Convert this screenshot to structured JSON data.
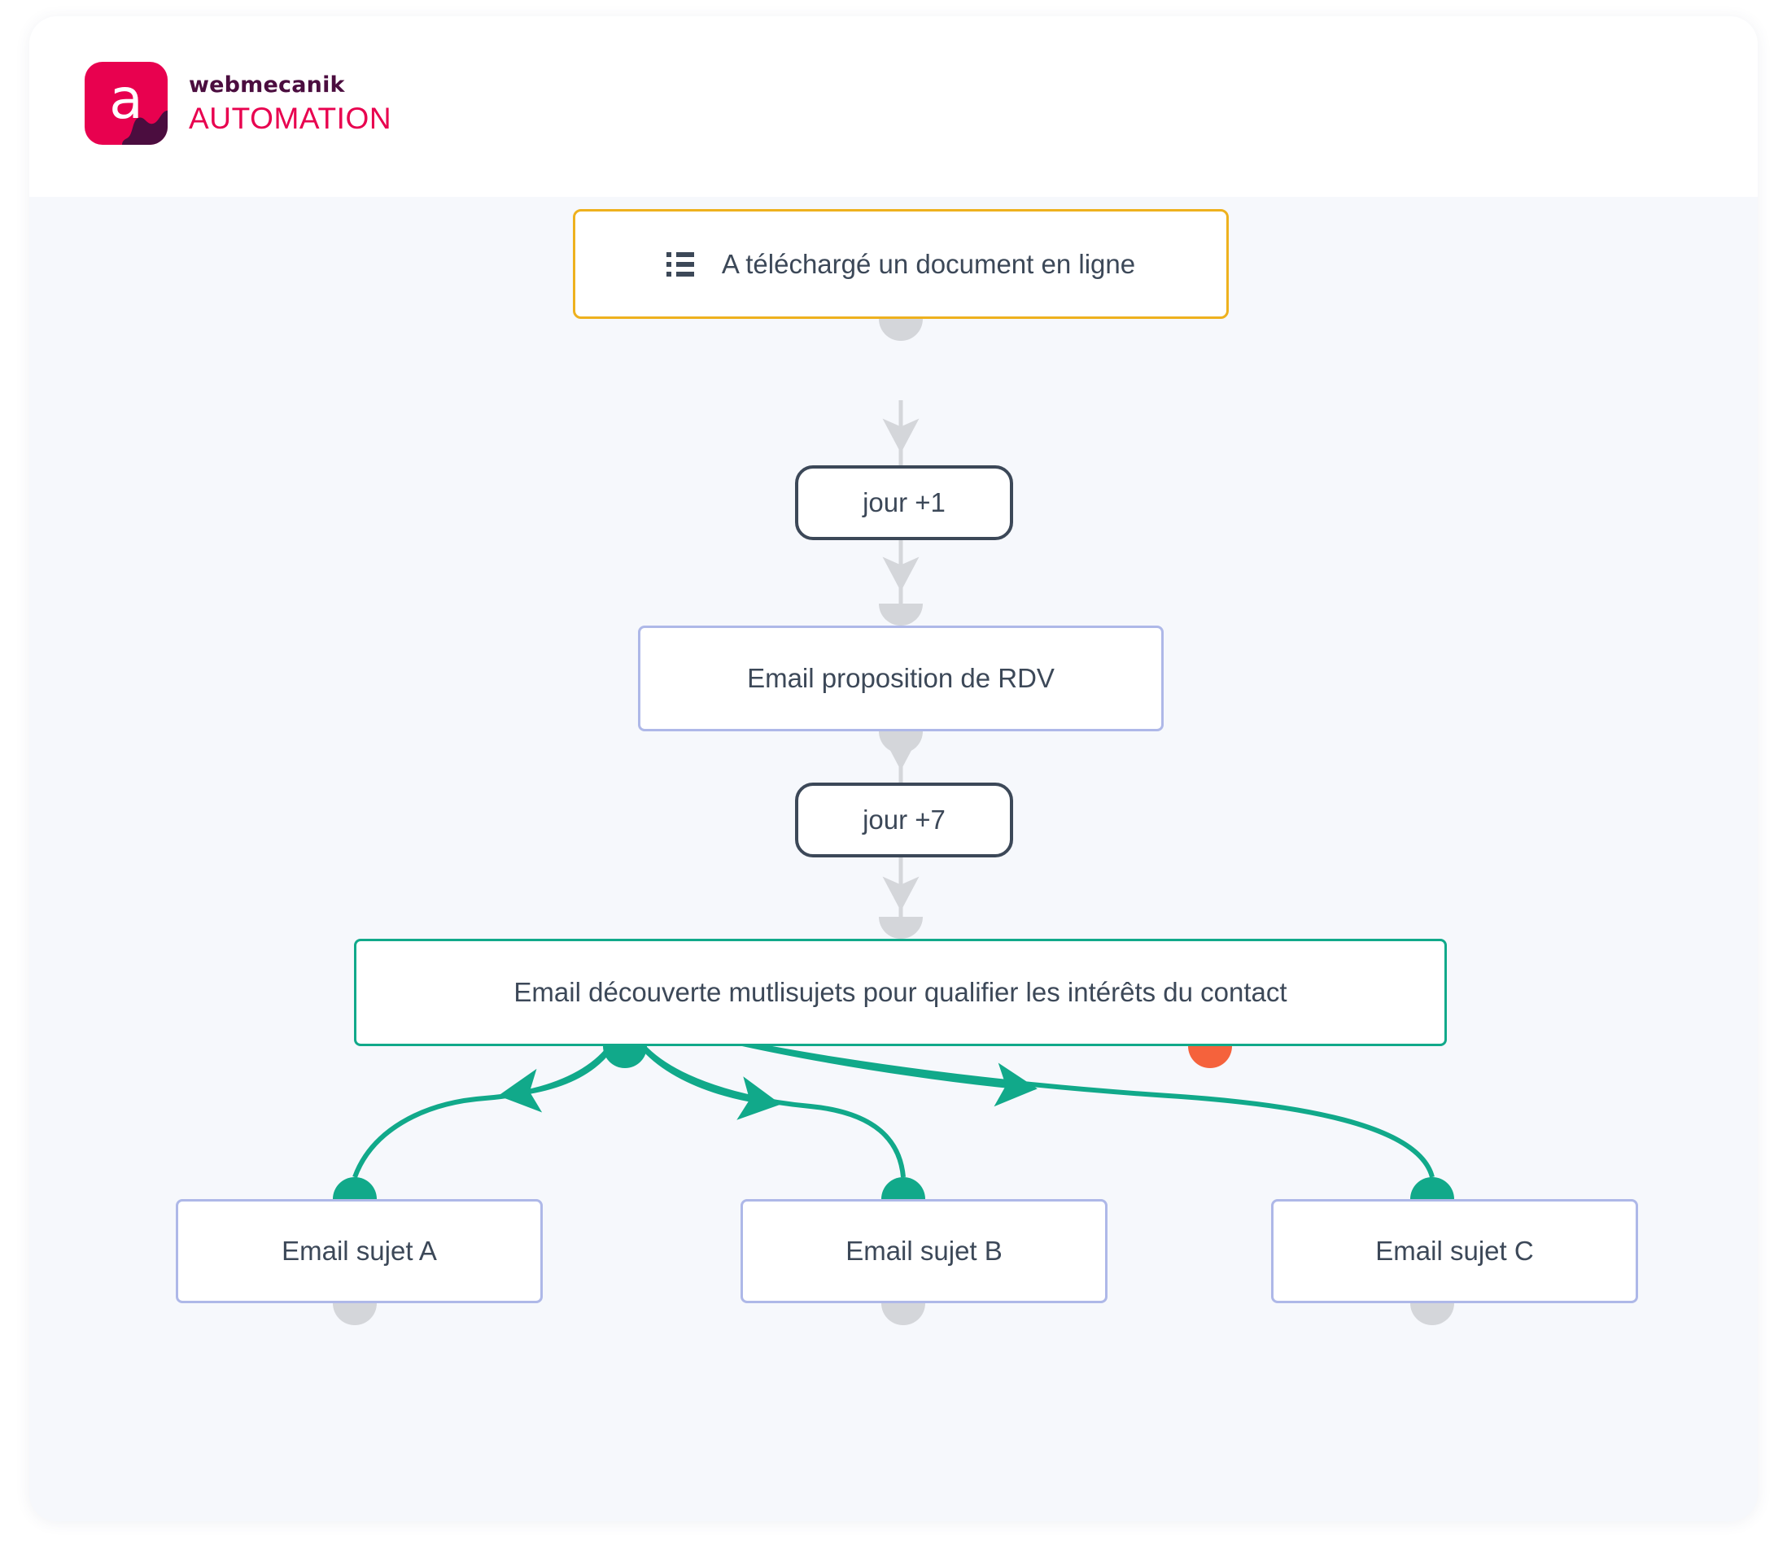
{
  "header": {
    "logo": {
      "mark_letter": "a",
      "mark_color": "#e8014f",
      "wave_color": "#4b0d3f",
      "brand_name": "webmecanik",
      "product_name": "AUTOMATION",
      "brand_name_color": "#4b0d3f",
      "product_name_color": "#e8014f"
    }
  },
  "workflow": {
    "nodes": [
      {
        "id": "trigger",
        "type": "trigger",
        "label": "A téléchargé un document en ligne",
        "icon": "list-icon",
        "border_color": "#eeb11e"
      },
      {
        "id": "delay1",
        "type": "delay",
        "label": "jour +1",
        "border_color": "#3c4858"
      },
      {
        "id": "email-rdv",
        "type": "email",
        "label": "Email proposition de RDV",
        "border_color": "#aeb8e8"
      },
      {
        "id": "delay2",
        "type": "delay",
        "label": "jour +7",
        "border_color": "#3c4858"
      },
      {
        "id": "email-decouverte",
        "type": "email",
        "label": "Email découverte mutlisujets pour qualifier les intérêts du contact",
        "border_color": "#11a98a"
      },
      {
        "id": "email-a",
        "type": "email",
        "label": "Email sujet A",
        "border_color": "#aeb8e8"
      },
      {
        "id": "email-b",
        "type": "email",
        "label": "Email sujet B",
        "border_color": "#aeb8e8"
      },
      {
        "id": "email-c",
        "type": "email",
        "label": "Email sujet C",
        "border_color": "#aeb8e8"
      }
    ],
    "connector_colors": {
      "neutral": "#d4d6da",
      "success": "#11a98a",
      "failure": "#f5623c"
    }
  }
}
